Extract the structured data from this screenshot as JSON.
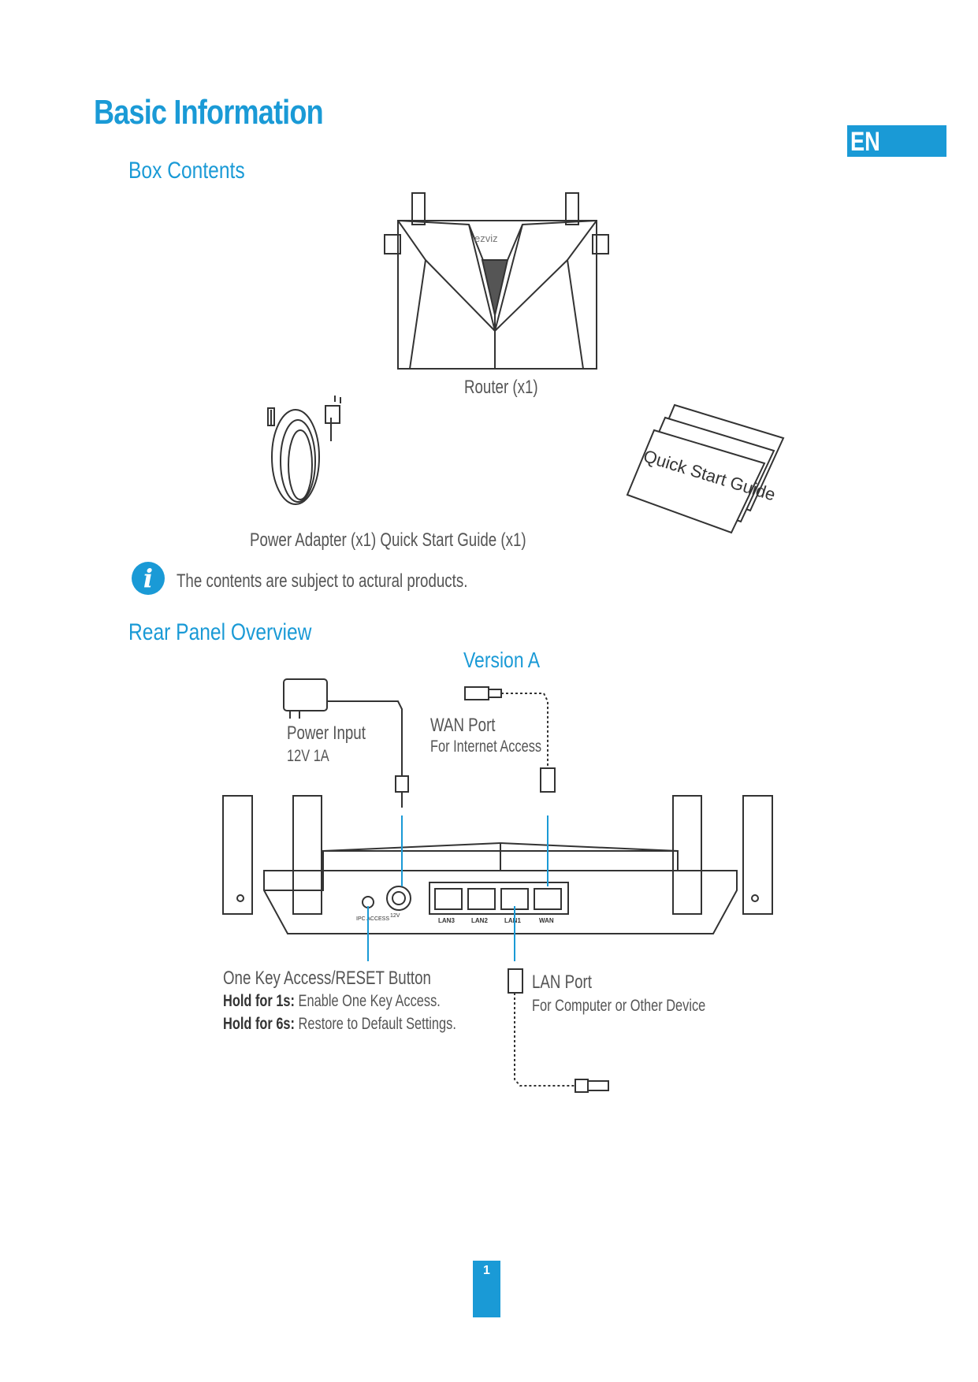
{
  "lang_tab": "EN",
  "title": "Basic Information",
  "box_contents": {
    "heading": "Box Contents",
    "router_caption": "Router (x1)",
    "adapter_guide_caption": "Power Adapter (x1) Quick Start Guide (x1)",
    "guide_card_text": "Quick Start Guide",
    "brand_logo": "ezviz"
  },
  "note": {
    "icon": "info-icon",
    "text": "The contents are subject to actural products."
  },
  "rear_panel": {
    "heading": "Rear Panel Overview",
    "version": "Version A",
    "power_input": {
      "label": "Power Input",
      "spec": "12V 1A"
    },
    "wan_port": {
      "label": "WAN Port",
      "desc": "For Internet Access"
    },
    "lan_port": {
      "label": "LAN Port",
      "desc": "For Computer or Other Device"
    },
    "reset": {
      "label": "One Key Access/RESET Button",
      "hold1_key": "Hold for 1s:",
      "hold1_val": "Enable One Key Access.",
      "hold6_key": "Hold for 6s:",
      "hold6_val": "Restore to Default Settings."
    },
    "port_labels": [
      "LAN3",
      "LAN2",
      "LAN1",
      "WAN"
    ],
    "ipc_label": "IPC ACCESS",
    "dc_label": "12V"
  },
  "page_number": "1",
  "colors": {
    "accent": "#1a9ad6",
    "text": "#555555"
  }
}
